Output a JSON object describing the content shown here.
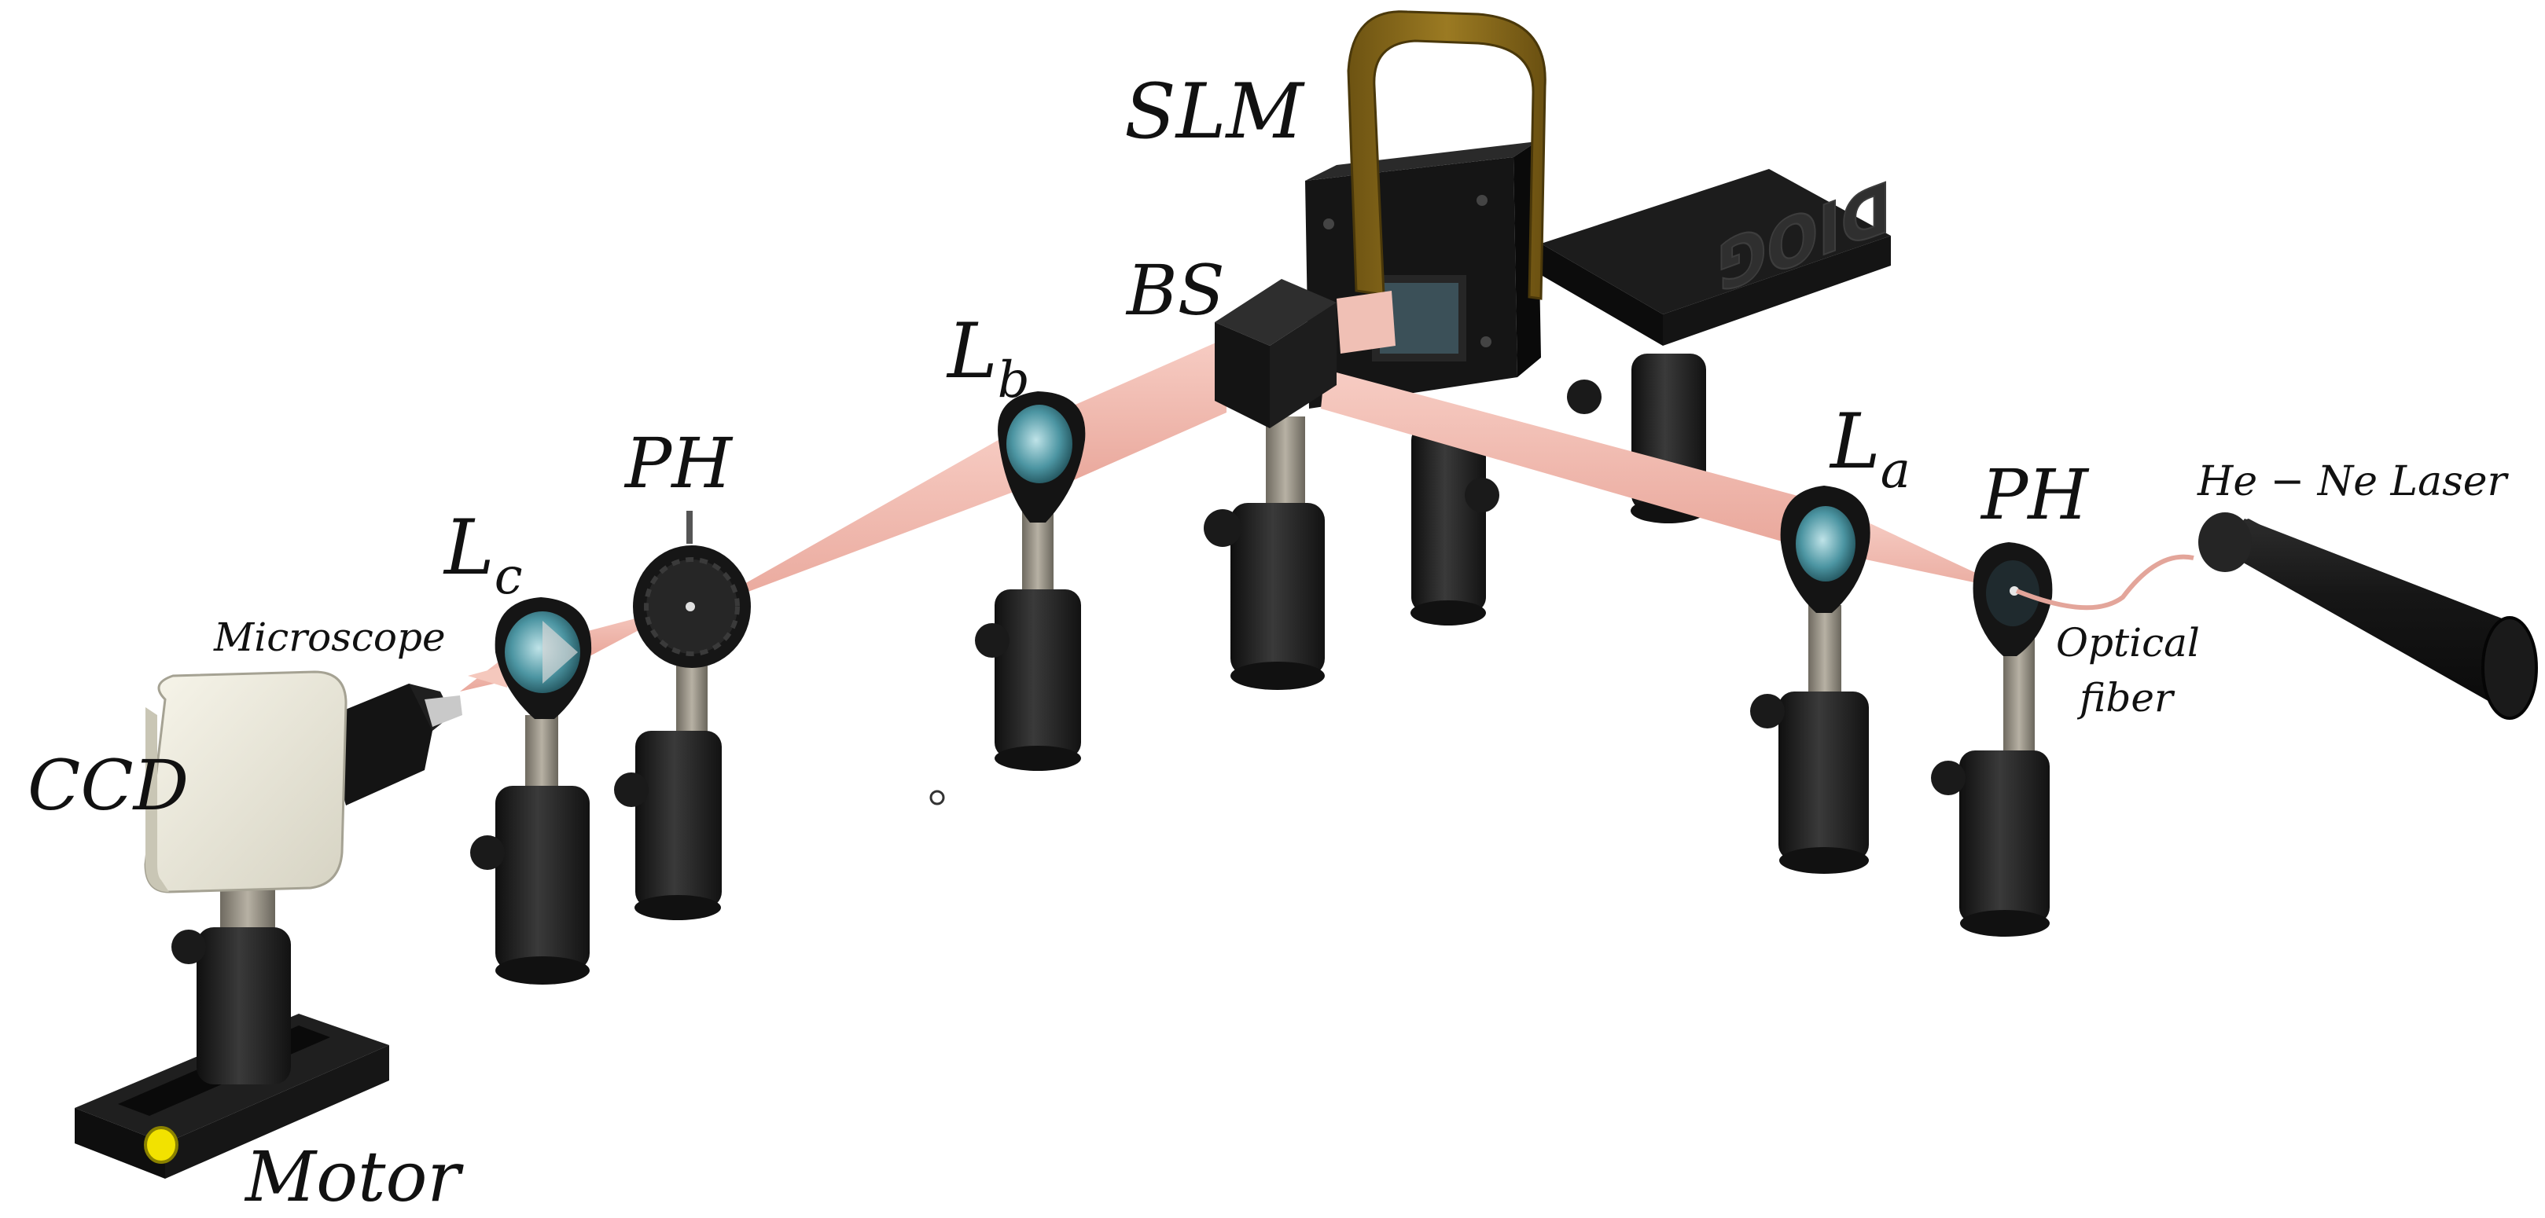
{
  "labels": {
    "slm": "SLM",
    "bs": "BS",
    "lb_main": "L",
    "lb_sub": "b",
    "la_main": "L",
    "la_sub": "a",
    "lc_main": "L",
    "lc_sub": "c",
    "ph_left": "PH",
    "ph_right": "PH",
    "microscope": "Microscope",
    "ccd": "CCD",
    "motor": "Motor",
    "laser": "He − Ne Laser",
    "fiber_line1": "Optical",
    "fiber_line2": "fiber",
    "slm_board_text": "DIOG"
  },
  "colors": {
    "beam": "#f2b8ae",
    "beam_dark": "#e8a095",
    "post_black": "#1e1e1e",
    "post_steel": "#8f8a7e",
    "ribbon": "#8a6a1a",
    "lens_glass": "#3a7f8c",
    "ccd_body": "#eceadd",
    "motor_button": "#f2e200"
  },
  "icons": [
    "laser-icon",
    "pinhole-icon",
    "lens-icon",
    "beam-splitter-icon",
    "slm-icon",
    "ccd-camera-icon",
    "microscope-objective-icon",
    "motor-stage-icon",
    "optical-fiber-icon"
  ]
}
